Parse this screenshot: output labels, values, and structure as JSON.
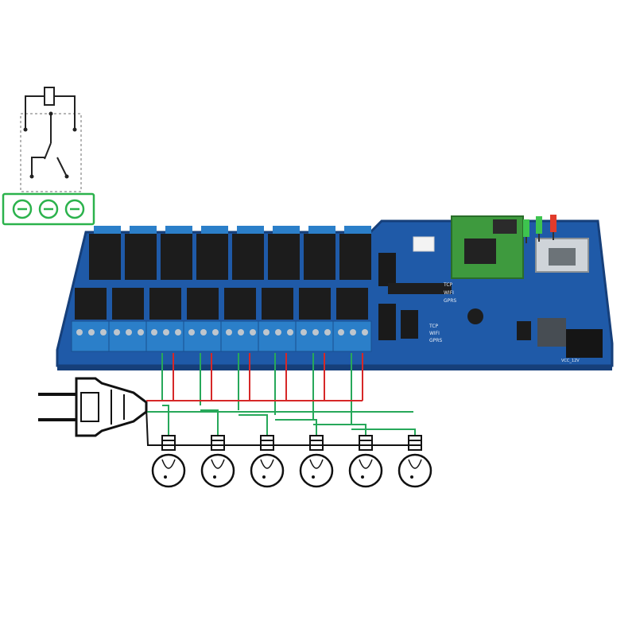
{
  "board": {
    "labels": {
      "tcp": "TCP",
      "wifi": "WIFI",
      "gprs": "GPRS",
      "tcp2": "TCP",
      "wifi2": "WIFI",
      "gprs2": "GPRS",
      "vcc": "VCC_12V"
    },
    "relay_count": 16,
    "leds": [
      "green",
      "green",
      "red"
    ]
  },
  "wiring": {
    "bulb_count": 6
  },
  "colors": {
    "pcb": "#1f5aa8",
    "pcb_edge": "#163f7a",
    "terminal": "#2b7fc9",
    "relay": "#1c1c1c",
    "wifi_module": "#3e9a3e",
    "wire_green": "#27a85a",
    "wire_red": "#d62828",
    "schematic_green": "#2bb24c",
    "schematic_dash": "#9e9e9e"
  }
}
